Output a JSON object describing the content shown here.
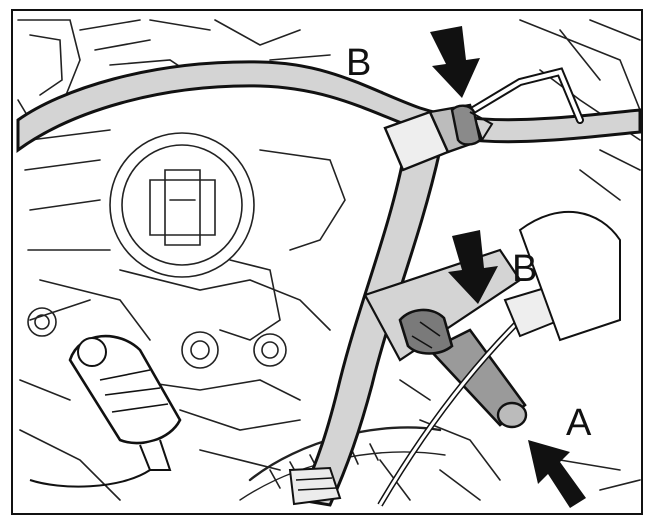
{
  "figure": {
    "callouts": {
      "b_top": "B",
      "b_mid": "B",
      "a": "A"
    },
    "colors": {
      "ink": "#111111",
      "hose_fill": "#d4d4d4",
      "background": "#ffffff"
    },
    "icons": {
      "pointer_top": "down-arrow-icon",
      "pointer_mid": "down-arrow-icon",
      "pointer_a": "diagonal-arrow-icon"
    }
  }
}
